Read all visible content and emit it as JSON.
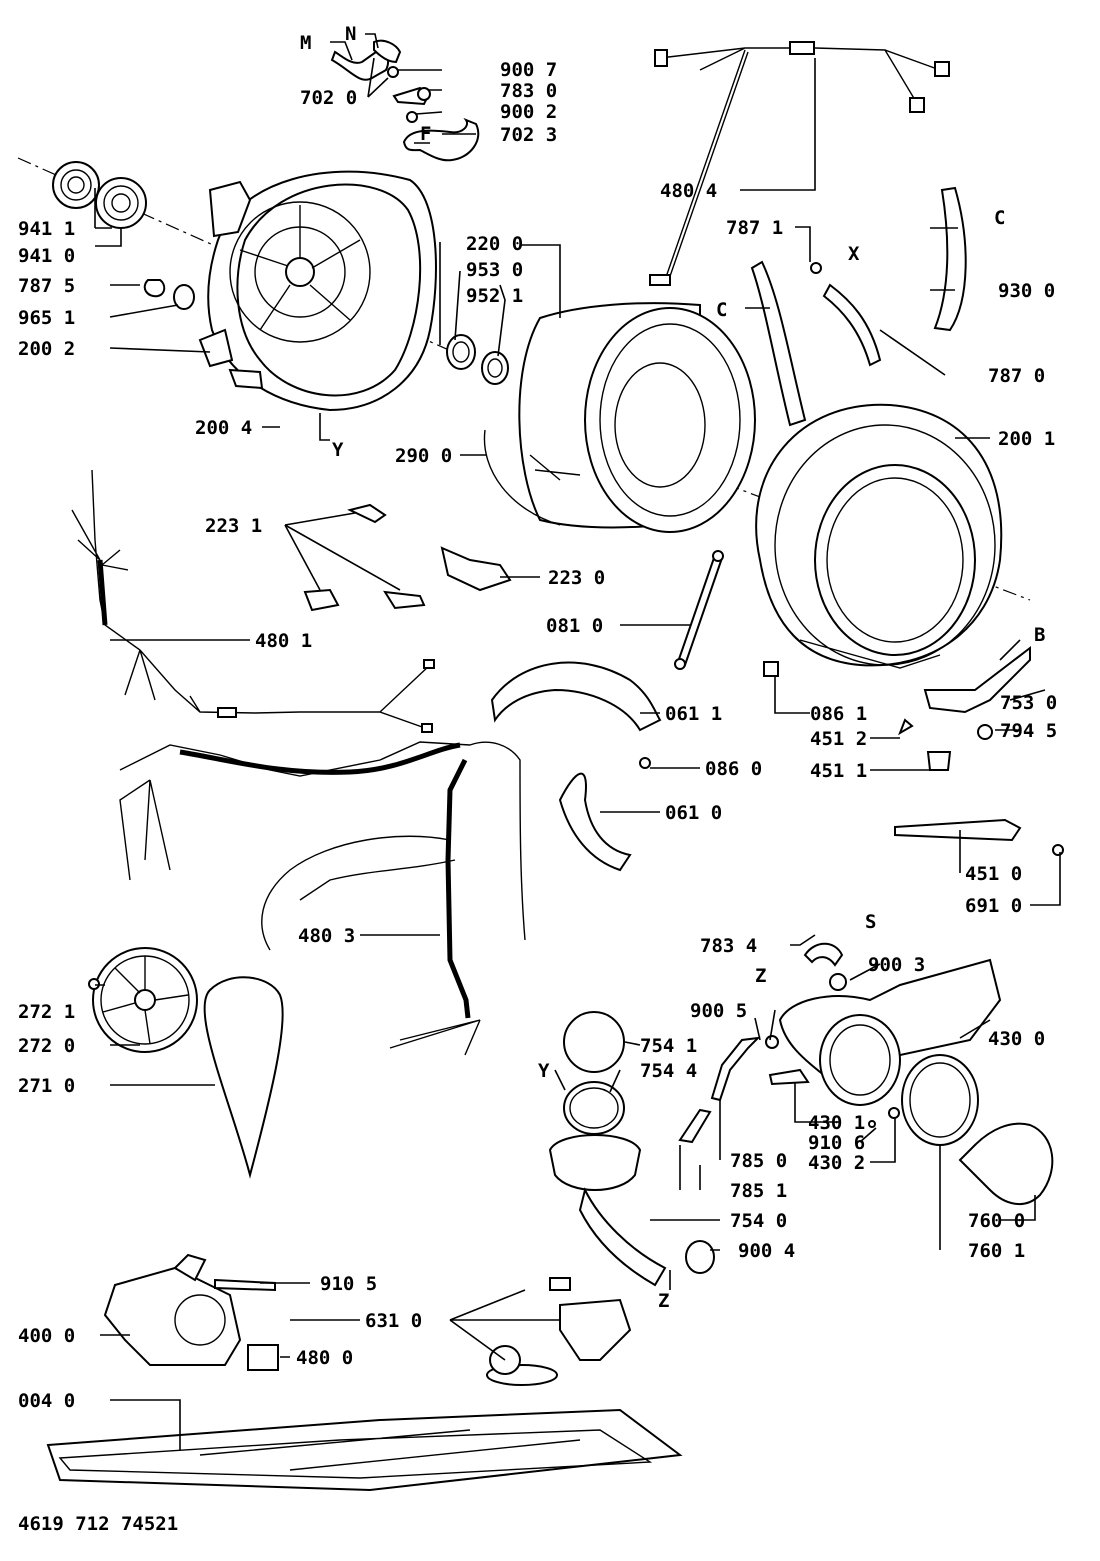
{
  "diagram": {
    "doc_number": "4619 712 74521",
    "callouts": [
      "M",
      "N",
      "900 7",
      "783 0",
      "702 0",
      "900 2",
      "F",
      "702 3",
      "941 1",
      "941 0",
      "787 5",
      "965 1",
      "200 2",
      "200 4",
      "Y",
      "220 0",
      "953 0",
      "952 1",
      "290 0",
      "480 4",
      "787 1",
      "X",
      "C",
      "930 0",
      "C",
      "787 0",
      "200 1",
      "223 1",
      "223 0",
      "081 0",
      "480 1",
      "061 1",
      "086 0",
      "061 0",
      "B",
      "086 1",
      "753 0",
      "451 2",
      "794 5",
      "451 1",
      "451 0",
      "691 0",
      "480 3",
      "272 1",
      "272 0",
      "271 0",
      "783 4",
      "S",
      "900 3",
      "Z",
      "900 5",
      "430 0",
      "754 1",
      "Y",
      "754 4",
      "430 1",
      "910 6",
      "430 2",
      "785 0",
      "785 1",
      "754 0",
      "900 4",
      "Z",
      "760 0",
      "760 1",
      "910 5",
      "631 0",
      "400 0",
      "480 0",
      "004 0"
    ]
  }
}
